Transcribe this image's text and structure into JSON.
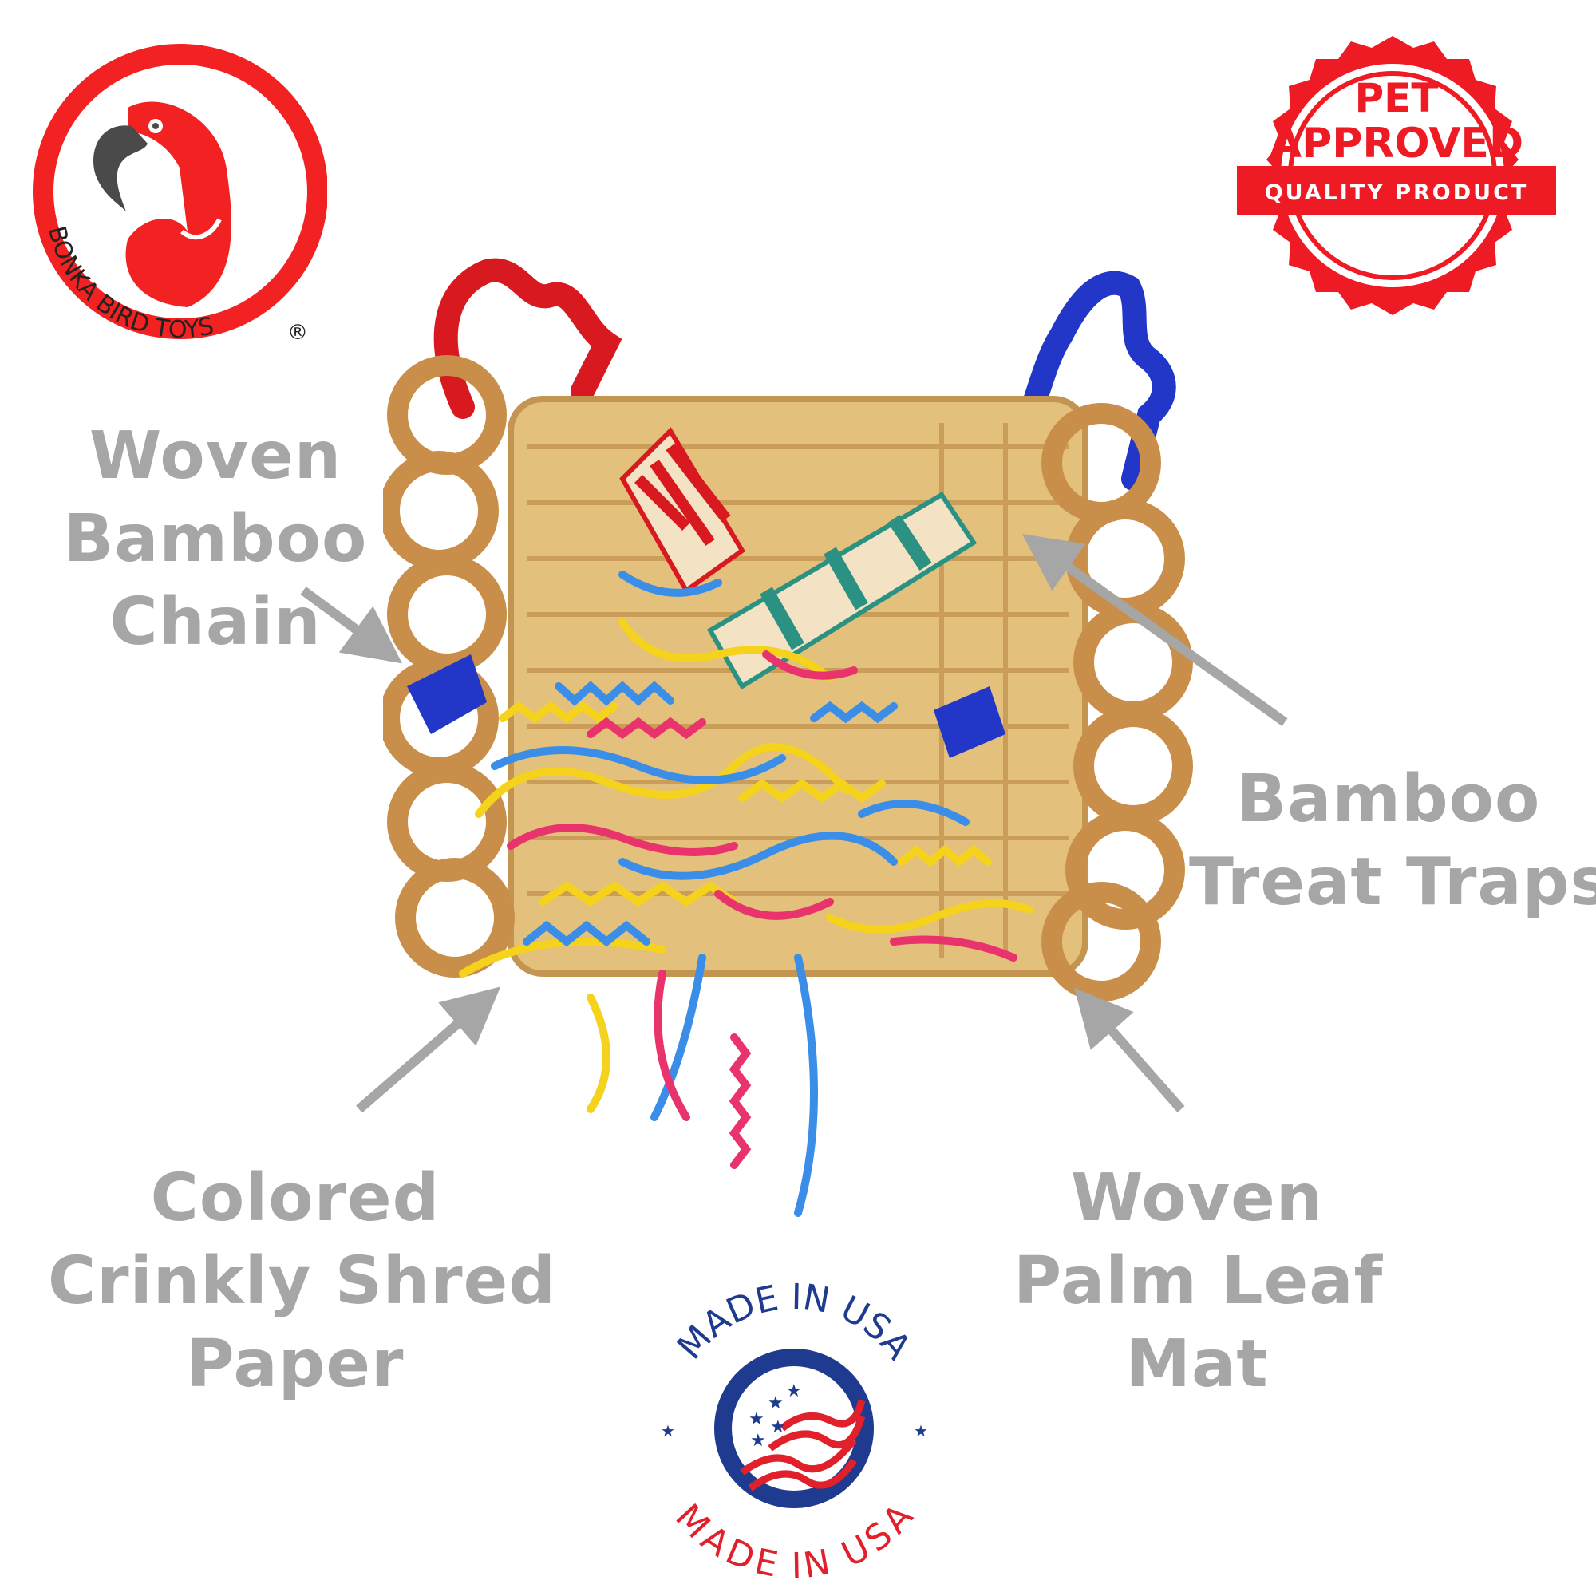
{
  "brand": {
    "name": "BONKA BIRD TOYS",
    "registered": "®",
    "brand_color": "#f22222"
  },
  "badge_pet": {
    "line1": "PET",
    "line2": "APPROVED",
    "ribbon": "QUALITY PRODUCT",
    "color": "#ee1b24"
  },
  "badge_usa": {
    "top_text": "MADE IN USA",
    "bottom_text": "MADE IN USA",
    "blue": "#1f3b8f",
    "red": "#e0212b"
  },
  "labels": {
    "chain": [
      "Woven",
      "Bamboo",
      "Chain"
    ],
    "traps": [
      "Bamboo",
      "Treat Traps"
    ],
    "shred": [
      "Colored",
      "Crinkly Shred",
      "Paper"
    ],
    "mat": [
      "Woven",
      "Palm Leaf",
      "Mat"
    ]
  },
  "colors": {
    "label_text": "#a6a6a6",
    "bamboo": "#d9a666",
    "bamboo_dark": "#a8733c"
  },
  "icons": [
    "parrot-logo-icon",
    "pet-approved-seal-icon",
    "made-in-usa-seal-icon",
    "arrow-icon"
  ]
}
